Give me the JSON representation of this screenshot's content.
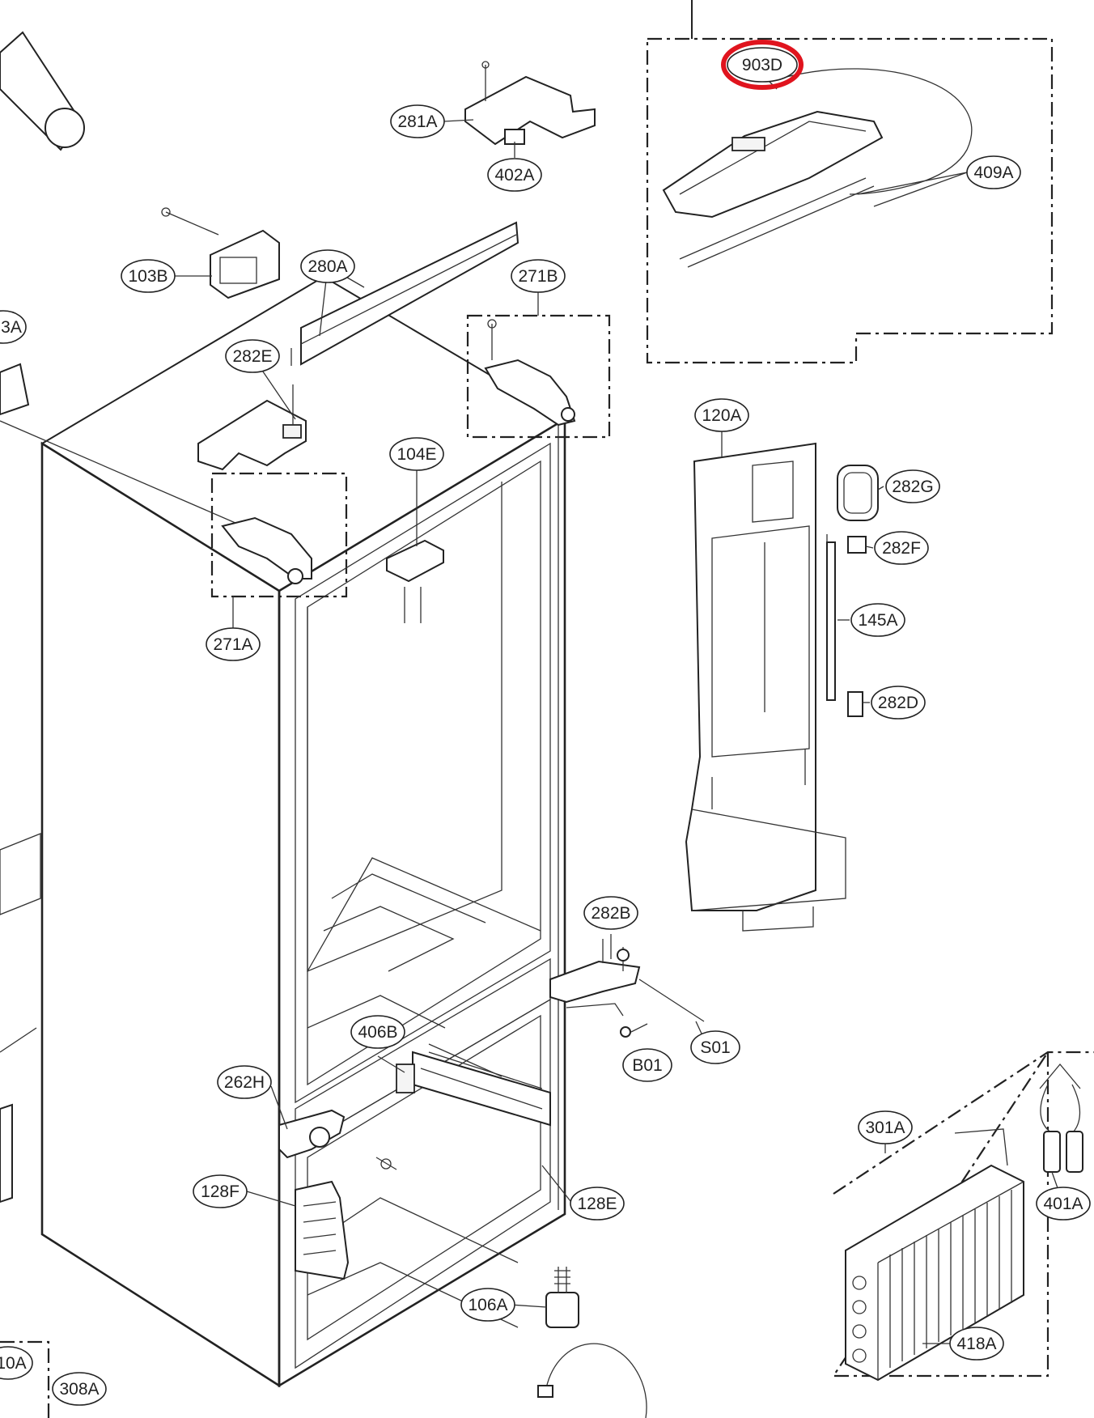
{
  "highlight_color": "#e0141e",
  "line_color": "#222222",
  "callouts": [
    {
      "id": "903D",
      "highlighted": true
    },
    {
      "id": "281A"
    },
    {
      "id": "402A"
    },
    {
      "id": "409A"
    },
    {
      "id": "103B"
    },
    {
      "id": "280A"
    },
    {
      "id": "271B"
    },
    {
      "id": "282E"
    },
    {
      "id": "104E"
    },
    {
      "id": "271A"
    },
    {
      "id": "120A"
    },
    {
      "id": "282G"
    },
    {
      "id": "282F"
    },
    {
      "id": "145A"
    },
    {
      "id": "282D"
    },
    {
      "id": "282B"
    },
    {
      "id": "406B"
    },
    {
      "id": "S01"
    },
    {
      "id": "B01"
    },
    {
      "id": "262H"
    },
    {
      "id": "128F"
    },
    {
      "id": "128E"
    },
    {
      "id": "301A"
    },
    {
      "id": "401A"
    },
    {
      "id": "106A"
    },
    {
      "id": "418A"
    },
    {
      "id": "308A"
    },
    {
      "id": "3A"
    },
    {
      "id": "10A"
    }
  ]
}
